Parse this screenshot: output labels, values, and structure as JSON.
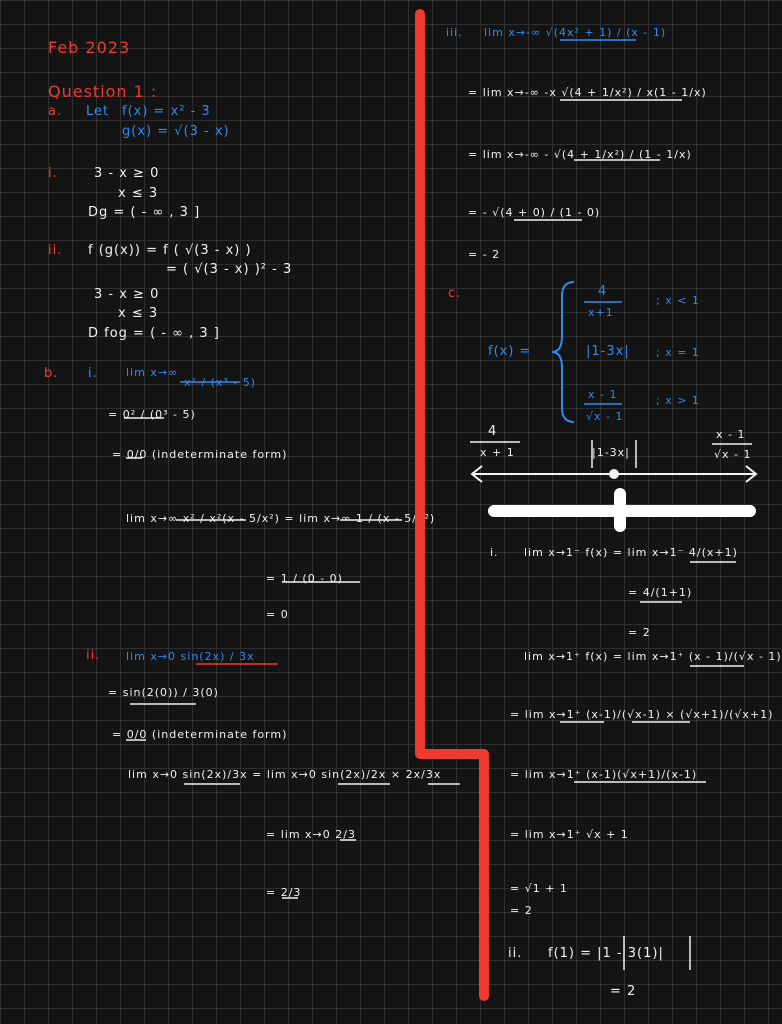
{
  "header": {
    "date": "Feb 2023"
  },
  "q1": {
    "title": "Question 1 :",
    "a_label": "a.",
    "a_let": "Let",
    "f_def": "f(x) = x² - 3",
    "g_def": "g(x) = √(3 - x)",
    "i_label": "i.",
    "i_line1": "3 - x ≥ 0",
    "i_line2": "x ≤ 3",
    "i_domain": "Dg = ( - ∞ , 3 ]",
    "ii_label": "ii.",
    "ii_line1": "f (g(x)) = f ( √(3 - x) )",
    "ii_line2": "= ( √(3 - x) )² - 3",
    "ii_line3": "3 - x ≥ 0",
    "ii_line4": "x ≤ 3",
    "ii_domain": "D fog = ( - ∞ , 3 ]",
    "b_label": "b.",
    "bi_label": "i.",
    "bi_lim": "lim x→∞",
    "bi_frac": "x² / (x³ - 5)",
    "bi_sub": "= 0² / (0³ - 5)",
    "bi_indet": "= 0/0 (indeterminate form)",
    "bi_step1": "lim x→∞ x² / x²(x - 5/x²) = lim x→∞ 1 / (x - 5/x²)",
    "bi_step2": "= 1 / (0 - 0)",
    "bi_step3": "= 0",
    "bii_label": "ii.",
    "bii_lim": "lim x→0 sin(2x) / 3x",
    "bii_sub": "= sin(2(0)) / 3(0)",
    "bii_indet": "= 0/0 (indeterminate form)",
    "bii_step1": "lim x→0 sin(2x)/3x = lim x→0 sin(2x)/2x × 2x/3x",
    "bii_step2": "= lim x→0 2/3",
    "bii_step3": "= 2/3",
    "iii_label": "iii.",
    "iii_lim": "lim x→-∞ √(4x² + 1) / (x - 1)",
    "iii_step1": "= lim x→-∞ -x √(4 + 1/x²) / x(1 - 1/x)",
    "iii_step2": "= lim x→-∞ - √(4 + 1/x²) / (1 - 1/x)",
    "iii_step3": "= - √(4 + 0) / (1 - 0)",
    "iii_step4": "= - 2",
    "c_label": "c.",
    "c_fx": "f(x) =",
    "c_case1_num": "4",
    "c_case1_den": "x+1",
    "c_case1_cond": "; x < 1",
    "c_case2": "|1-3x|",
    "c_case2_cond": "; x = 1",
    "c_case3_num": "x - 1",
    "c_case3_den": "√x - 1",
    "c_case3_cond": "; x > 1",
    "c_num_left_num": "4",
    "c_num_left_den": "x + 1",
    "c_num_mid": "|1-3x|",
    "c_num_right_num": "x - 1",
    "c_num_right_den": "√x - 1",
    "ci_label": "i.",
    "ci_left": "lim x→1⁻ f(x) = lim x→1⁻ 4/(x+1)",
    "ci_left2": "= 4/(1+1)",
    "ci_left3": "= 2",
    "ci_right": "lim x→1⁺ f(x) = lim x→1⁺ (x - 1)/(√x - 1)",
    "ci_right2": "= lim x→1⁺ (x-1)/(√x-1) × (√x+1)/(√x+1)",
    "ci_right3": "= lim x→1⁺ (x-1)(√x+1)/(x-1)",
    "ci_right4": "= lim x→1⁺ √x + 1",
    "ci_right5": "= √1 + 1",
    "ci_right6": "= 2",
    "cii_label": "ii.",
    "cii_line1": "f(1) = |1 - 3(1)|",
    "cii_line2": "= 2"
  },
  "glyphs": {
    "lim": "lim",
    "eq": "=",
    "x_to_inf": "x → ∞",
    "x_to_0": "x → 0",
    "x_to_minf": "x → -∞",
    "x_to_1m": "x → 1⁻",
    "x_to_1p": "x → 1⁺",
    "times": "×",
    "plus1": "+ 1",
    "fx": "f(x)",
    "zero": "0",
    "one": "1",
    "two": "2",
    "three": "3",
    "four": "4"
  },
  "colors": {
    "background": "#141414",
    "grid": "#2f2f2f",
    "ink_white": "#f2f2f2",
    "ink_red": "#ee3b2f",
    "ink_blue": "#2f8bf0"
  }
}
